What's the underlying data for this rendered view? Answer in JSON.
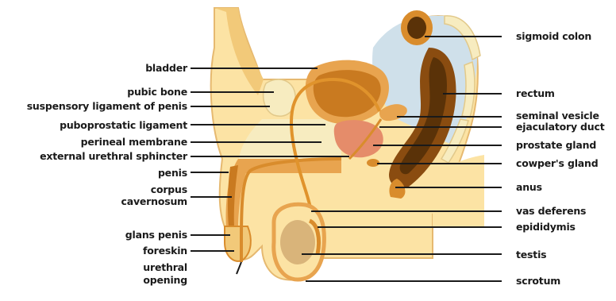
{
  "diagram": {
    "labels": {
      "left": {
        "bladder": "bladder",
        "pubic_bone": "pubic bone",
        "suspensory_ligament": "suspensory ligament of penis",
        "puboprostatic_ligament": "puboprostatic ligament",
        "perineal_membrane": "perineal membrane",
        "external_urethral_sphincter": "external urethral sphincter",
        "penis": "penis",
        "corpus_line1": "corpus",
        "corpus_line2": "cavernosum",
        "glans_penis": "glans penis",
        "foreskin": "foreskin",
        "urethral_line1": "urethral",
        "urethral_line2": "opening"
      },
      "right": {
        "sigmoid_colon": "sigmoid colon",
        "rectum": "rectum",
        "seminal_vesicle": "seminal vesicle",
        "ejaculatory_duct": "ejaculatory duct",
        "prostate_gland": "prostate gland",
        "cowpers_gland": "cowper's gland",
        "anus": "anus",
        "vas_deferens": "vas deferens",
        "epididymis": "epididymis",
        "testis": "testis",
        "scrotum": "scrotum"
      }
    },
    "colors": {
      "skin": "#fce3a4",
      "skin_dark": "#f2c979",
      "bone": "#f7ecc0",
      "muscle": "#e8a44f",
      "organ": "#d98c2c",
      "bladder_fill": "#c97a20",
      "duct": "#e0932c",
      "prostate": "#e58c6a",
      "rectum_dark": "#5a3208",
      "rectum_mid": "#8a4c10",
      "pelvic_space": "#cfe0ea",
      "testis": "#d9b47a",
      "leader": "#1a1a1a"
    }
  }
}
